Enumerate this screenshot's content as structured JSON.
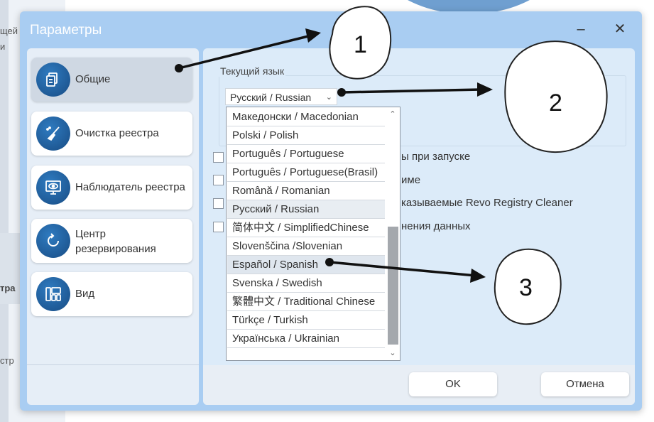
{
  "background": {
    "left_fragments": [
      "щей",
      "и",
      "тра",
      "стр"
    ]
  },
  "dialog": {
    "title": "Параметры",
    "window_buttons": {
      "minimize": "–",
      "close": "✕"
    }
  },
  "sidebar": {
    "items": [
      {
        "label": "Общие",
        "icon": "document-icon",
        "active": true
      },
      {
        "label": "Очистка реестра",
        "icon": "broom-icon",
        "active": false
      },
      {
        "label": "Наблюдатель реестра",
        "icon": "monitor-eye-icon",
        "active": false
      },
      {
        "label": "Центр резервирования",
        "icon": "backup-refresh-icon",
        "active": false
      },
      {
        "label": "Вид",
        "icon": "layout-icon",
        "active": false
      }
    ]
  },
  "main": {
    "language_group_label": "Текущий язык",
    "language_selected": "Русский / Russian",
    "checkbox_labels": [
      "ы при запуске",
      "име",
      "казываемые Revo Registry Cleaner",
      "нения данных"
    ],
    "buttons": {
      "ok": "OK",
      "cancel": "Отмена"
    }
  },
  "dropdown": {
    "options": [
      "Македонски / Macedonian",
      "Polski / Polish",
      "Português / Portuguese",
      "Português / Portuguese(Brasil)",
      "Română / Romanian",
      "Русский / Russian",
      "简体中文 / SimplifiedChinese",
      "Slovenščina /Slovenian",
      "Español / Spanish",
      "Svenska / Swedish",
      "繁體中文 / Traditional Chinese",
      "Türkçe / Turkish",
      "Українська / Ukrainian"
    ],
    "selected": "Русский / Russian",
    "hovered": "Español / Spanish"
  },
  "annotations": {
    "bubble_1": "1",
    "bubble_2": "2",
    "bubble_3": "3"
  },
  "colors": {
    "dialog_frame": "#a9cdf2",
    "content_bg": "#dcebf9",
    "icon_blue": "#1f5f9f",
    "title_text": "#ffffff"
  }
}
